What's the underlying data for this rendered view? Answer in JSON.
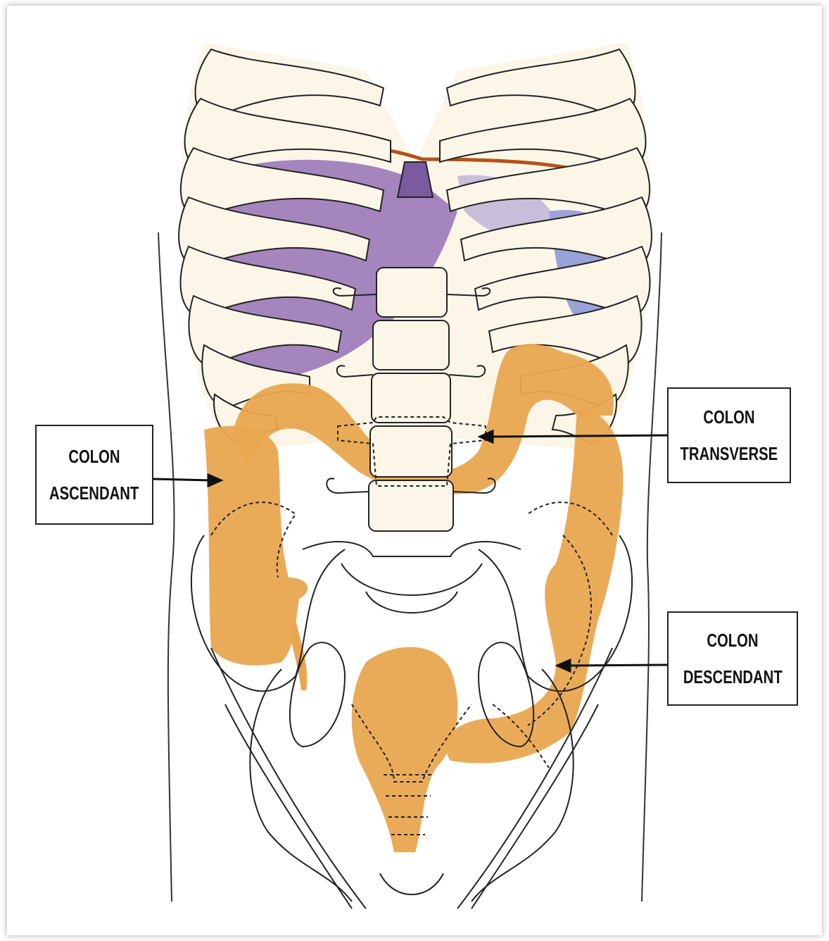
{
  "labels": {
    "ascendant": {
      "line1": "COLON",
      "line2": "ASCENDANT"
    },
    "transverse": {
      "line1": "COLON",
      "line2": "TRANSVERSE"
    },
    "descendant": {
      "line1": "COLON",
      "line2": "DESCENDANT"
    }
  },
  "colors": {
    "bone_fill": "#fbf6e8",
    "outline": "#222222",
    "colon": "#e9a650",
    "liver": "#9b79b8",
    "spleen": "#8f9ad6",
    "diaphragm": "#b5521b",
    "background": "#ffffff"
  }
}
